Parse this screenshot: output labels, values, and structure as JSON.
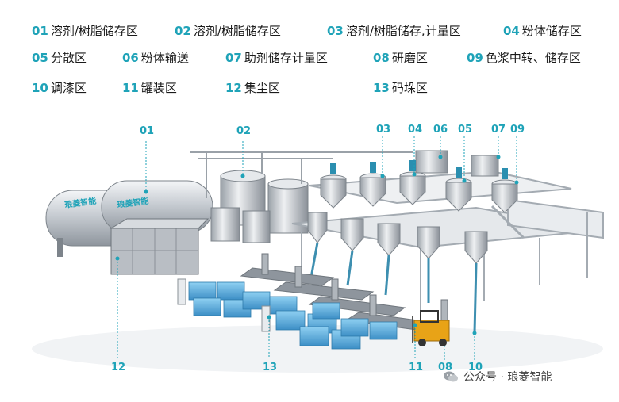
{
  "legend": [
    {
      "num": "01",
      "label": "溶剂/树脂储存区"
    },
    {
      "num": "02",
      "label": "溶剂/树脂储存区"
    },
    {
      "num": "03",
      "label": "溶剂/树脂储存,计量区"
    },
    {
      "num": "04",
      "label": "粉体储存区"
    },
    {
      "num": "05",
      "label": "分散区"
    },
    {
      "num": "06",
      "label": "粉体输送"
    },
    {
      "num": "07",
      "label": "助剂储存计量区"
    },
    {
      "num": "08",
      "label": "研磨区"
    },
    {
      "num": "09",
      "label": "色浆中转、储存区"
    },
    {
      "num": "10",
      "label": "调漆区"
    },
    {
      "num": "11",
      "label": "罐装区"
    },
    {
      "num": "12",
      "label": "集尘区"
    },
    {
      "num": "13",
      "label": "码垛区"
    }
  ],
  "callouts": {
    "c01": "01",
    "c02": "02",
    "c03": "03",
    "c04": "04",
    "c06": "06",
    "c05": "05",
    "c07": "07",
    "c09": "09",
    "c12": "12",
    "c13": "13",
    "c11": "11",
    "c08": "08",
    "c10": "10"
  },
  "tank_logo": "琅菱智能",
  "watermark": "公众号 · 琅菱智能",
  "colors": {
    "accent": "#1fa3b8",
    "pallet": "#4aa3d8",
    "forklift": "#e8a317"
  }
}
